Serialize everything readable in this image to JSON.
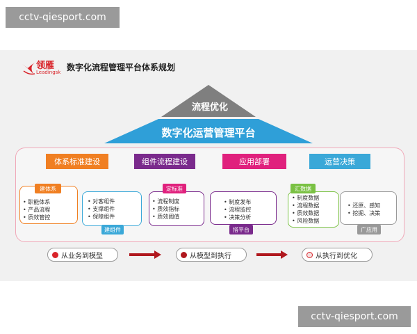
{
  "watermark": {
    "top": "cctv-qiesport.com",
    "bottom": "cctv-qiesport.com"
  },
  "brand": {
    "name_cn": "领雁",
    "name_en": "Leadingsk"
  },
  "title": "数字化流程管理平台体系规划",
  "pyramid": {
    "top": "流程优化",
    "base": "数字化运营管理平台"
  },
  "stages": [
    "体系标准建设",
    "组件流程建设",
    "应用部署",
    "运营决策"
  ],
  "groups": [
    {
      "tag": "建体系",
      "items": [
        "职能体系",
        "产品流程",
        "质效管控"
      ]
    },
    {
      "tag": "建组件",
      "items": [
        "对客组件",
        "支撑组件",
        "保障组件"
      ]
    },
    {
      "tag": "定标准",
      "items": [
        "流程制度",
        "质效指标",
        "质效阈值"
      ]
    },
    {
      "tag": "搭平台",
      "items": [
        "制度发布",
        "流程监控",
        "决策分析"
      ]
    },
    {
      "tag": "汇数据",
      "items": [
        "制度数据",
        "流程数据",
        "质效数据",
        "风险数据"
      ]
    },
    {
      "tag": "广应用",
      "items": [
        "还原、感知",
        "挖掘、决策"
      ]
    }
  ],
  "phases": [
    "从业务到模型",
    "从模型到执行",
    "从执行到优化"
  ],
  "colors": {
    "orange": "#f07f22",
    "purple": "#7a2a8c",
    "magenta": "#e0217d",
    "blue": "#3aa8d8",
    "green": "#7ac143",
    "gray": "#999999",
    "pyramid_top": "#7f7f7f",
    "pyramid_base": "#2f9fd8",
    "brand_red": "#d9242a",
    "dark_red": "#b0181e"
  },
  "icons": {
    "logo": "swallow-logo-icon",
    "arrow": "arrow-right-icon"
  }
}
